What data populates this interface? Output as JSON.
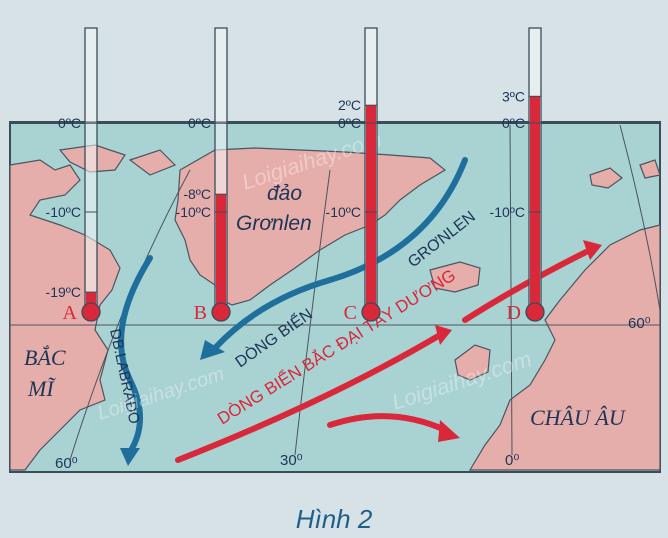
{
  "caption": "Hình 2",
  "island_label_1": "đảo",
  "island_label_2": "Grơnlen",
  "region_north_america_1": "BẮC",
  "region_north_america_2": "MĨ",
  "region_europe": "CHÂU ÂU",
  "current_labrador": "DB.LABRAĐO",
  "current_greenland_1": "DÒNG BIỂN",
  "current_greenland_2": "GRƠNLEN",
  "current_north_atlantic": "DÒNG BIỂN BẮC ĐẠI TÂY DƯƠNG",
  "longitudes": {
    "w60": "60⁰",
    "w30": "30⁰",
    "zero": "0⁰",
    "e60": "60⁰"
  },
  "watermark": "Loigiaihay.com",
  "colors": {
    "sea": "#a9d2d3",
    "land": "#e6aeaa",
    "mercury": "#d9283a",
    "cold_current": "#1e6f9c",
    "warm_current": "#d9283a",
    "text": "#1d3557"
  },
  "thermometers": [
    {
      "station": "A",
      "value": -19,
      "labels": [
        "0ºC",
        "-10ºC",
        "-19ºC"
      ]
    },
    {
      "station": "B",
      "value": -8,
      "labels": [
        "0ºC",
        "-8ºC",
        "-10ºC"
      ]
    },
    {
      "station": "C",
      "value": 2,
      "labels": [
        "2ºC",
        "0ºC",
        "-10ºC"
      ]
    },
    {
      "station": "D",
      "value": 3,
      "labels": [
        "3ºC",
        "0ºC",
        "-10ºC"
      ]
    }
  ]
}
